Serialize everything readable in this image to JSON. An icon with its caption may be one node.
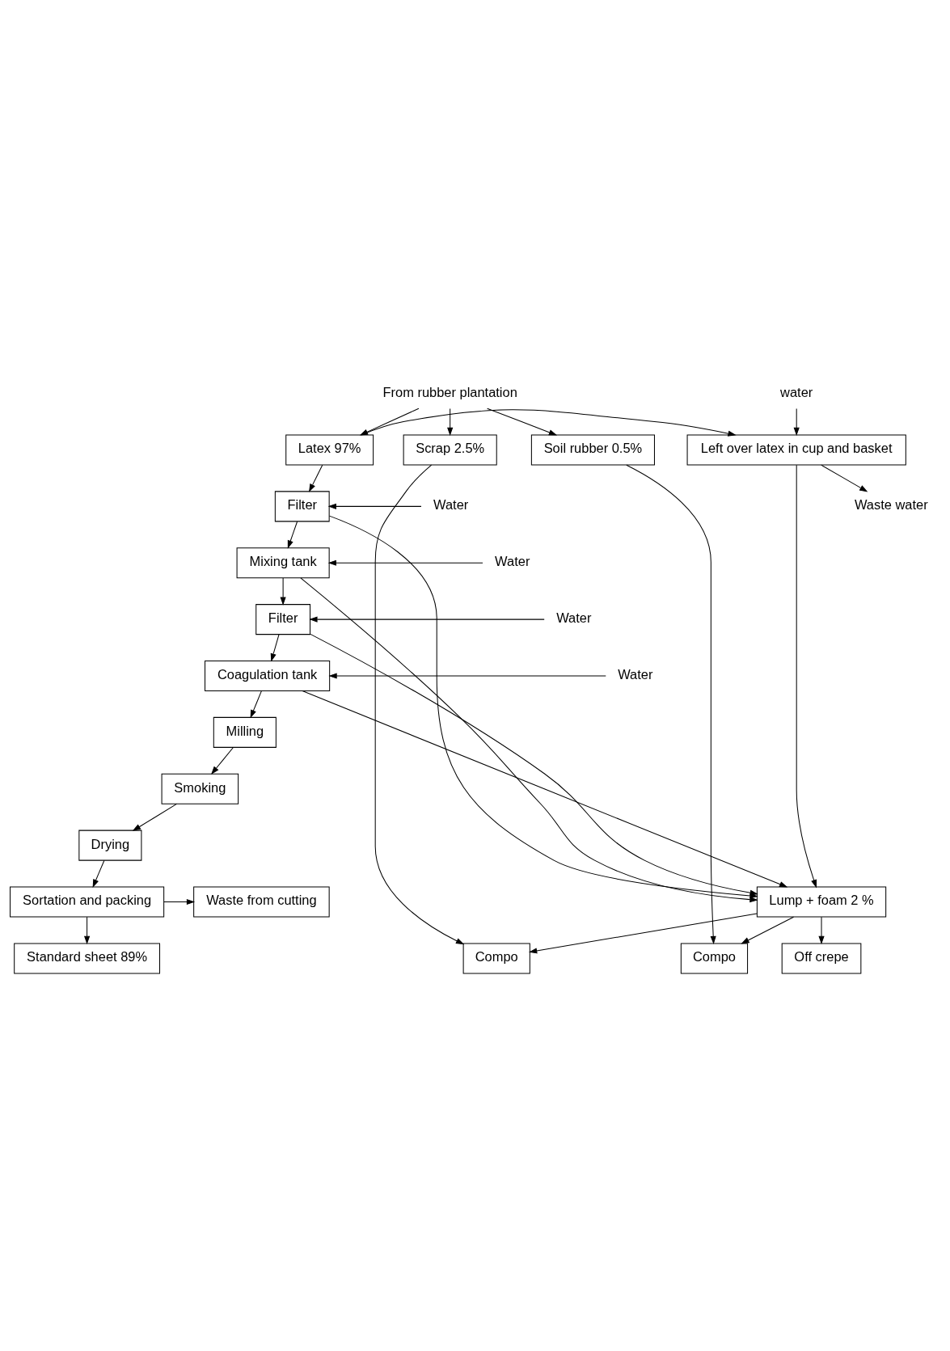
{
  "diagram": {
    "nodes": [
      {
        "text": [
          "From rubber plantation"
        ]
      },
      {
        "text": [
          "Soil rubber 0.5%"
        ]
      },
      {
        "text": [
          "Scrap 2.5%"
        ]
      },
      {
        "text": [
          "Latex 97%"
        ]
      },
      {
        "text": [
          "water"
        ]
      },
      {
        "text": [
          "Left over latex in cup and basket"
        ]
      },
      {
        "text": [
          "Lump + foam 2 %"
        ]
      },
      {
        "text": [
          "Waste water"
        ]
      },
      {
        "text": [
          "Water"
        ]
      },
      {
        "text": [
          "Filter"
        ]
      },
      {
        "text": [
          "Water"
        ]
      },
      {
        "text": [
          "Mixing tank"
        ]
      },
      {
        "text": [
          "Water"
        ]
      },
      {
        "text": [
          "Filter"
        ]
      },
      {
        "text": [
          "Water"
        ]
      },
      {
        "text": [
          "Coagulation tank"
        ]
      },
      {
        "text": [
          "Milling"
        ]
      },
      {
        "text": [
          "Smoking"
        ]
      },
      {
        "text": [
          "Drying"
        ]
      },
      {
        "text": [
          "Sortation and packing"
        ]
      },
      {
        "text": [
          "Waste from cutting"
        ]
      },
      {
        "text": [
          "Off crepe"
        ]
      },
      {
        "text": [
          "Compo"
        ]
      },
      {
        "text": [
          "Compo"
        ]
      },
      {
        "text": [
          "Standard sheet 89%"
        ]
      }
    ],
    "edges": [
      {
        "from": 0,
        "to": 1,
        "arrow": "to"
      },
      {
        "from": 0,
        "to": 2,
        "arrow": "to"
      },
      {
        "from": 0,
        "to": 3,
        "arrow": "to"
      },
      {
        "from": 4,
        "to": 5,
        "arrow": "to"
      },
      {
        "from": 3,
        "to": 5,
        "arrow": "to"
      },
      {
        "from": 5,
        "to": 6,
        "arrow": "to"
      },
      {
        "from": 5,
        "to": 7,
        "arrow": "to"
      },
      {
        "from": 3,
        "to": 9,
        "arrow": "to"
      },
      {
        "from": 8,
        "to": 9,
        "arrow": "to"
      },
      {
        "from": 9,
        "to": 6,
        "arrow": "to"
      },
      {
        "from": 10,
        "to": 11,
        "arrow": "to"
      },
      {
        "from": 9,
        "to": 11,
        "arrow": "to"
      },
      {
        "from": 11,
        "to": 6,
        "arrow": "to"
      },
      {
        "from": 12,
        "to": 13,
        "arrow": "to"
      },
      {
        "from": 11,
        "to": 13,
        "arrow": "to"
      },
      {
        "from": 13,
        "to": 6,
        "arrow": "to"
      },
      {
        "from": 14,
        "to": 15,
        "arrow": "to"
      },
      {
        "from": 13,
        "to": 15,
        "arrow": "to"
      },
      {
        "from": 15,
        "to": 6,
        "arrow": "to"
      },
      {
        "from": 15,
        "to": 16,
        "arrow": "to"
      },
      {
        "from": 16,
        "to": 17,
        "arrow": "to"
      },
      {
        "from": 17,
        "to": 18,
        "arrow": "to"
      },
      {
        "from": 18,
        "to": 19,
        "arrow": "to"
      },
      {
        "from": 19,
        "to": 20,
        "arrow": "to"
      },
      {
        "from": 19,
        "to": 24,
        "arrow": "to"
      },
      {
        "from": 1,
        "to": 22,
        "arrow": "to"
      },
      {
        "from": 2,
        "to": 23,
        "arrow": "to"
      },
      {
        "from": 6,
        "to": 21,
        "arrow": "to"
      },
      {
        "from": 6,
        "to": 22,
        "arrow": "to"
      },
      {
        "from": 6,
        "to": 23,
        "arrow": "to"
      }
    ]
  }
}
